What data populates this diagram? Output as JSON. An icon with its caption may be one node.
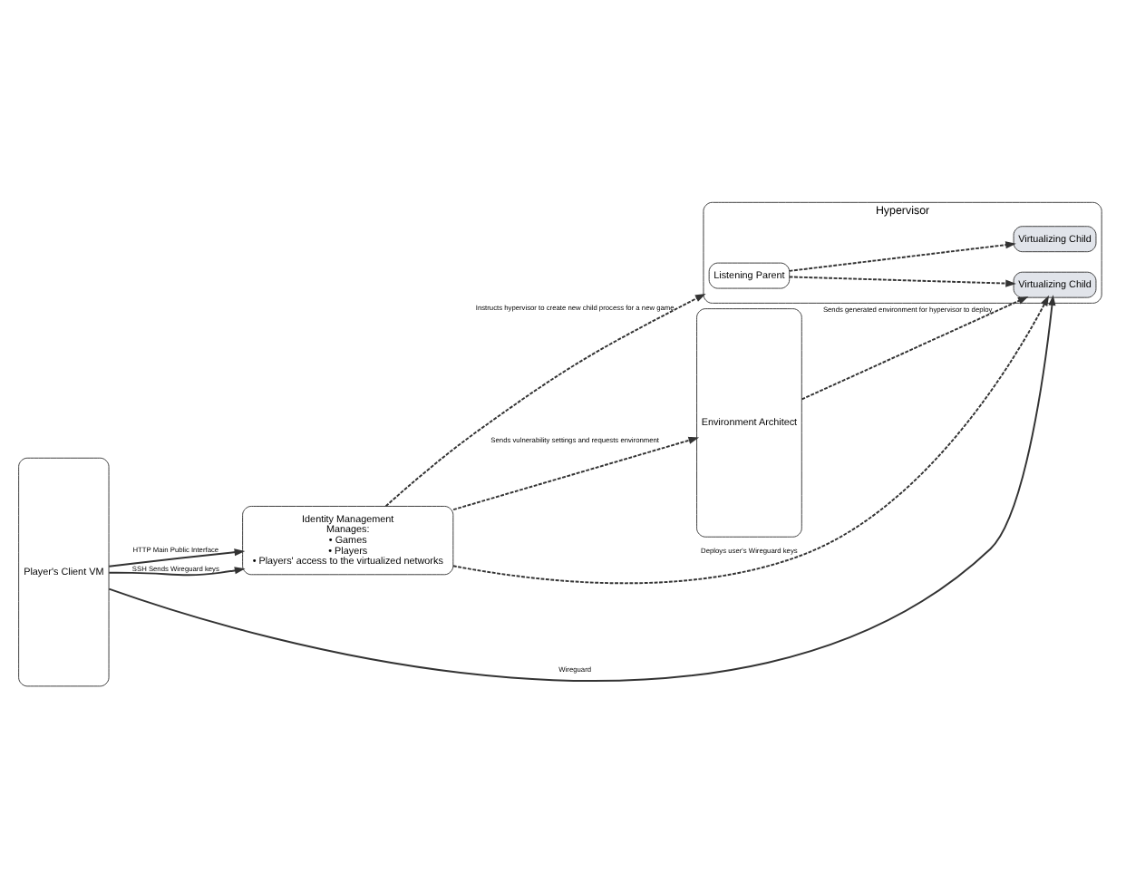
{
  "diagram": {
    "nodes": [
      {
        "text": [
          "Player's Client VM"
        ]
      },
      {
        "text": [
          "Identity Management",
          "Manages:",
          "• Games",
          "• Players",
          "• Players' access to the virtualized networks"
        ]
      },
      {
        "text": [
          "Environment Architect"
        ]
      },
      {
        "text": [
          "Hypervisor"
        ]
      },
      {
        "text": [
          "Listening Parent"
        ],
        "in": 3
      },
      {
        "text": [
          "Virtualizing Child"
        ],
        "in": 3
      },
      {
        "text": [
          "Virtualizing Child"
        ],
        "in": 3
      }
    ],
    "edges": [
      {
        "from": 0,
        "to": 1,
        "arrow": "to",
        "label": "HTTP Main Public Interface"
      },
      {
        "from": 0,
        "to": 1,
        "arrow": "to",
        "label": "SSH Sends Wireguard keys"
      },
      {
        "from": 1,
        "to": 2,
        "arrow": "to",
        "style": "dashed",
        "label": "Sends vulnerability settings and requests environment"
      },
      {
        "from": 1,
        "to": 3,
        "arrow": "to",
        "style": "dashed",
        "label": "Instructs hypervisor to create new child process for a new game"
      },
      {
        "from": 1,
        "to": 5,
        "arrow": "to",
        "style": "dashed",
        "label": "Deploys user's Wireguard keys"
      },
      {
        "from": 0,
        "to": 5,
        "arrow": "to",
        "label": "Wireguard"
      },
      {
        "from": 4,
        "to": 5,
        "arrow": "to",
        "style": "dashed"
      },
      {
        "from": 4,
        "to": 6,
        "arrow": "to",
        "style": "dashed"
      },
      {
        "from": 2,
        "to": 5,
        "arrow": "to",
        "style": "dashed",
        "label": "Sends generated environment for hypervisor to deploy"
      }
    ]
  }
}
